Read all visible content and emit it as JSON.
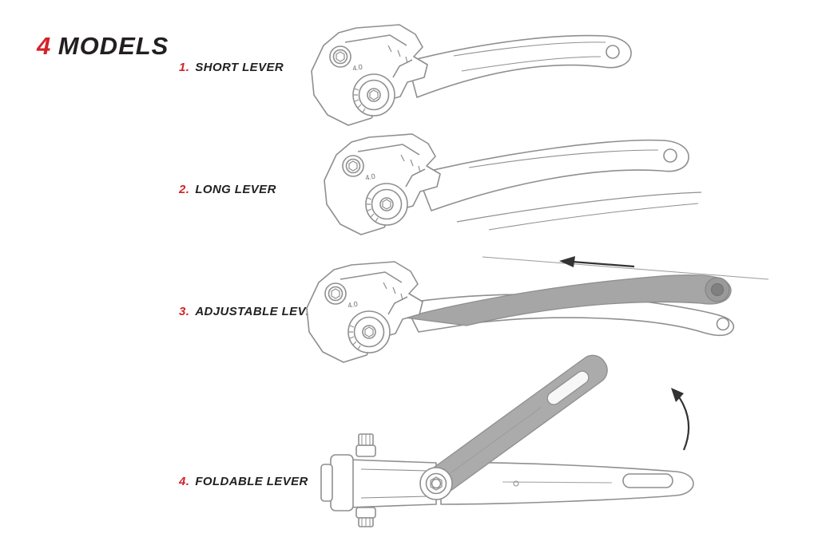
{
  "title": {
    "number": "4",
    "word": "MODELS"
  },
  "models": [
    {
      "number": "1.",
      "label": "SHORT LEVER"
    },
    {
      "number": "2.",
      "label": "LONG LEVER"
    },
    {
      "number": "3.",
      "label": "ADJUSTABLE LEVER"
    },
    {
      "number": "4.",
      "label": "FOLDABLE LEVER"
    }
  ],
  "dial_marking": "4.0",
  "colors": {
    "accent_red": "#d2232a",
    "text_black": "#221f1f",
    "line_gray": "#8f8f8f",
    "shade_gray": "#a6a6a6",
    "arrow_dark": "#333333"
  }
}
